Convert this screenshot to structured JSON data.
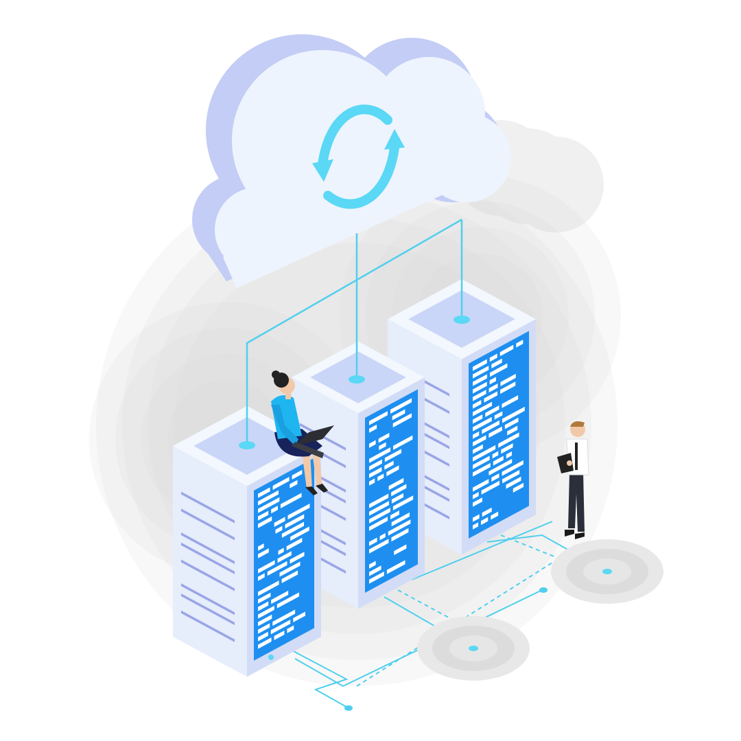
{
  "illustration": {
    "subject": "cloud-server-sync",
    "icons": [
      "cloud-icon",
      "sync-arrows-icon",
      "server-rack-icon",
      "person-with-laptop",
      "person-with-tablet"
    ],
    "colors": {
      "background": "#ffffff",
      "halo": "#d9d9d9",
      "cloud_front": "#eef4fd",
      "cloud_side": "#c3cdf5",
      "sync_arrows": "#5ad8f5",
      "connector": "#4fcfee",
      "server_light": "#e6edfb",
      "server_side": "#d2dcf6",
      "server_panel": "#1e8ff0",
      "server_stripe": "#9aa5e6",
      "woman_shirt": "#1fb5f0",
      "woman_skirt": "#17235a",
      "man_trousers": "#2a2f3a"
    }
  }
}
